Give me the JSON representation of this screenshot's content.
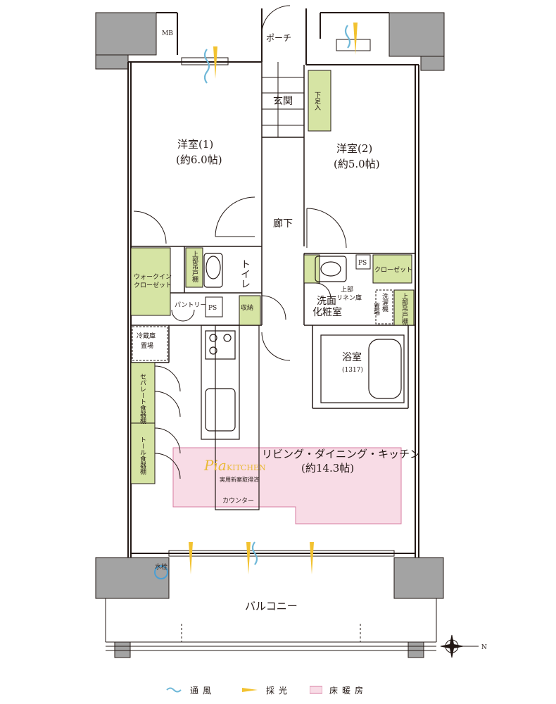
{
  "rooms": {
    "mb": "MB",
    "porch": "ポーチ",
    "entrance": "玄関",
    "shoe_box": "下足入",
    "western1_name": "洋室(1)",
    "western1_size": "(約6.0帖)",
    "western2_name": "洋室(2)",
    "western2_size": "(約5.0帖)",
    "hallway": "廊下",
    "toilet": "トイレ",
    "toilet_shelf": "上部吊戸棚",
    "walkin_closet_1": "ウォークイン",
    "walkin_closet_2": "クローゼット",
    "pantry": "パントリー",
    "ps1": "PS",
    "storage": "収納",
    "ps2": "PS",
    "closet": "クローゼット",
    "washroom_1": "洗面",
    "washroom_2": "化粧室",
    "linen_1": "上部",
    "linen_2": "リネン庫",
    "washer_1": "洗濯機",
    "washer_2": "置場",
    "washroom_shelf": "上部吊戸棚",
    "fridge_1": "冷蔵庫",
    "fridge_2": "置場",
    "bath": "浴室",
    "bath_size": "(1317)",
    "separate_cupboard": "セパレート食器棚",
    "tall_cupboard": "トール食器棚",
    "ldk_name": "リビング・ダイニング・キッチン",
    "ldk_size": "(約14.3帖)",
    "counter": "カウンター",
    "faucet": "水栓",
    "balcony": "バルコニー"
  },
  "logo": {
    "script": "Pia",
    "word": "KITCHEN",
    "sub": "実用新案取得済"
  },
  "compass": {
    "north": "N"
  },
  "legend": {
    "ventilation": "通風",
    "daylight": "採光",
    "floor_heating": "床暖房"
  },
  "colors": {
    "wall": "#a3a3a3",
    "storage_fill": "#d6e4a4",
    "floor_heating_fill": "#f8dce6",
    "floor_heating_line": "#d77ba0",
    "wind": "#6fb8d8",
    "light": "#f2c230",
    "faucet_ring": "#4a9fd4"
  }
}
